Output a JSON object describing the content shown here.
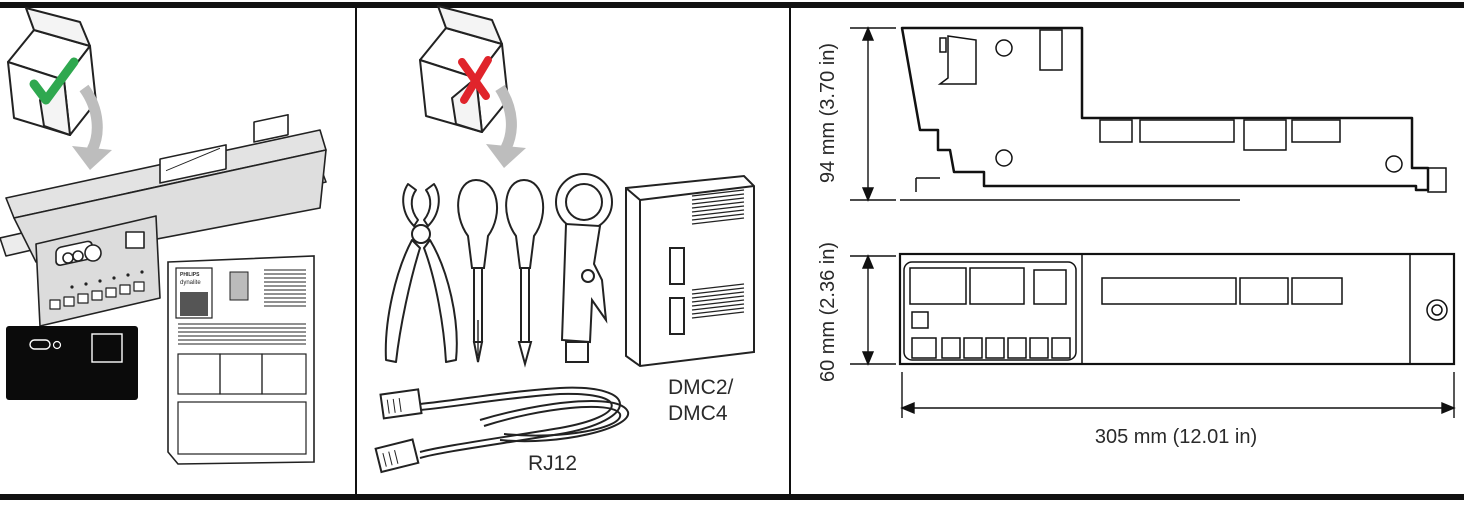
{
  "panels": [
    {
      "id": "in-box",
      "status": "included",
      "status_icon": "green-check-icon"
    },
    {
      "id": "not-in-box",
      "status": "not included",
      "status_icon": "red-cross-icon"
    },
    {
      "id": "dimensions"
    }
  ],
  "panel1": {
    "brand_line1": "PHILIPS",
    "brand_line2": "dynalite"
  },
  "panel2": {
    "cable_label": "RJ12",
    "enclosure_label_line1": "DMC2/",
    "enclosure_label_line2": "DMC4"
  },
  "dimensions": {
    "height_side": "94 mm (3.70 in)",
    "height_front": "60 mm (2.36 in)",
    "width": "305 mm (12.01 in)"
  },
  "colors": {
    "check": "#2fa84f",
    "cross": "#e0242b",
    "arrow": "#bdbdbd",
    "device": "#e3e3e3",
    "dark": "#0b0b0b"
  }
}
